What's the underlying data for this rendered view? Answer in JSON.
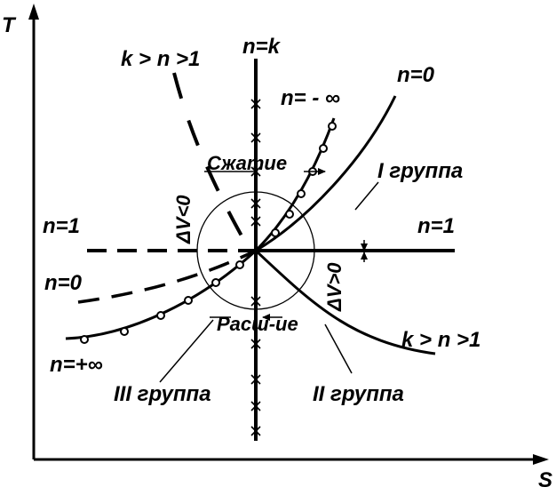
{
  "axes": {
    "x_label": "S",
    "y_label": "T"
  },
  "labels": {
    "k_gt_n_gt_1_top": "k > n >1",
    "n_eq_k": "n=k",
    "n_eq_0_top": "n=0",
    "n_eq_minus_inf": "n= - ∞",
    "compression": "Сжатие",
    "dv_lt_0": "ΔV<0",
    "group_1": "I группа",
    "n_eq_1_left": "n=1",
    "n_eq_1_right": "n=1",
    "n_eq_0_left": "n=0",
    "dv_gt_0": "ΔV>0",
    "expansion": "Расш-ие",
    "k_gt_n_gt_1_bottom": "k > n >1",
    "n_eq_plus_inf": "n=+∞",
    "group_3": "III группа",
    "group_2": "II группа"
  },
  "colors": {
    "ink": "#000000",
    "background": "#ffffff"
  }
}
